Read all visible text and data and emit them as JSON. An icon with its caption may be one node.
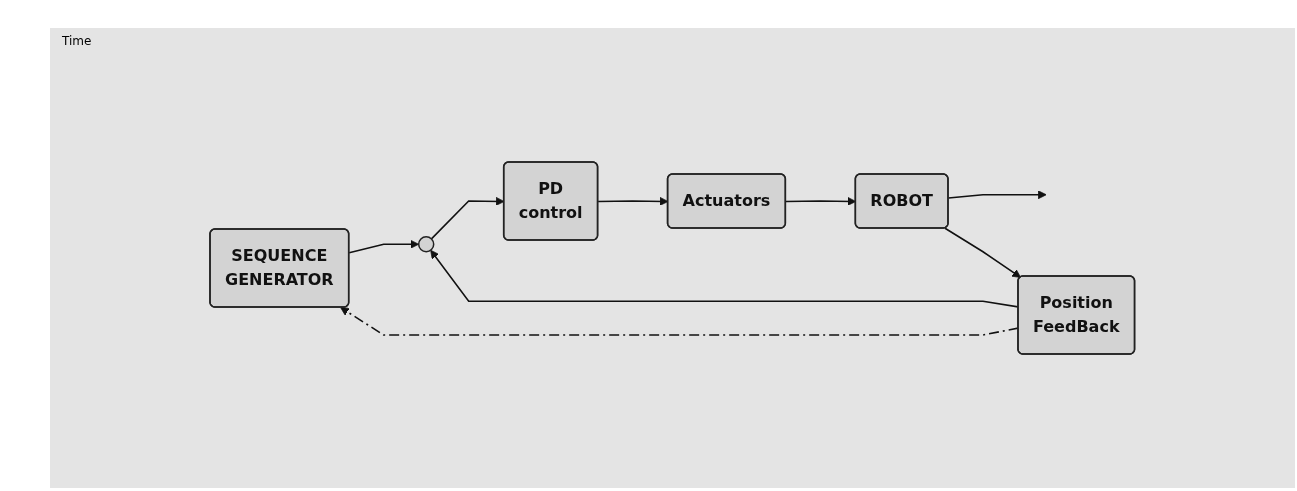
{
  "diagram": {
    "nodes": [
      {
        "text": [
          "SEQUENCE",
          "GENERATOR"
        ]
      },
      {
        "text": [],
        "shape": "circle"
      },
      {
        "text": [
          "PD",
          "control"
        ]
      },
      {
        "text": [
          "Actuators"
        ]
      },
      {
        "text": [
          "ROBOT"
        ]
      },
      {
        "text": [
          "Position",
          "FeedBack"
        ]
      }
    ],
    "edges": [
      {
        "from": 0,
        "to": 1,
        "arrow": "to"
      },
      {
        "from": 1,
        "to": 2,
        "arrow": "to"
      },
      {
        "from": 2,
        "to": 3,
        "arrow": "to"
      },
      {
        "from": 3,
        "to": 4,
        "arrow": "to"
      },
      {
        "from": 4,
        "to": null,
        "arrow": "to"
      },
      {
        "from": 4,
        "to": 5,
        "arrow": "to"
      },
      {
        "from": 5,
        "to": 1,
        "arrow": "to"
      },
      {
        "from": 5,
        "to": 0,
        "arrow": "to",
        "style": "dashed"
      }
    ],
    "labels": [
      "Time"
    ]
  }
}
